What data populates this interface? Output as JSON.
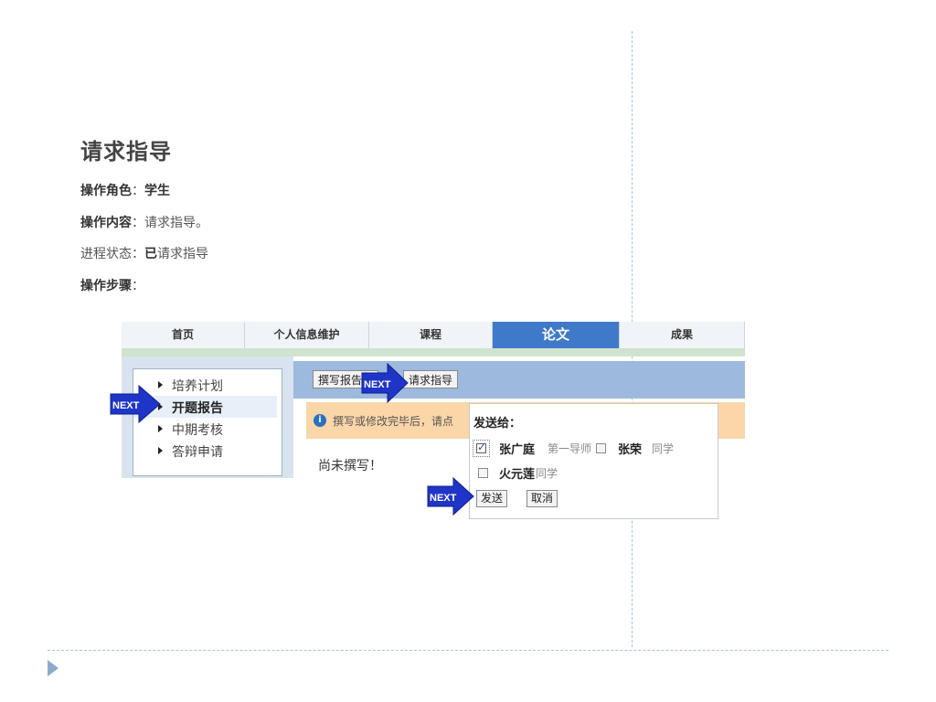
{
  "slide": {
    "title": "请求指导",
    "fields": [
      {
        "key": "操作角色",
        "sep": "：",
        "value": "学生"
      },
      {
        "key": "操作内容",
        "sep": "：",
        "value": "请求指导。"
      },
      {
        "key": "进程状态",
        "sep": "：",
        "value_strong": "已",
        "value": "请求指导"
      },
      {
        "key": "操作步骤",
        "sep": "："
      }
    ]
  },
  "nav": {
    "tabs": [
      {
        "label": "首页"
      },
      {
        "label": "个人信息维护"
      },
      {
        "label": "课程"
      },
      {
        "label": "论文",
        "active": true
      },
      {
        "label": "成果"
      }
    ]
  },
  "sidebar": {
    "items": [
      {
        "label": "培养计划"
      },
      {
        "label": "开题报告",
        "active": true
      },
      {
        "label": "中期考核"
      },
      {
        "label": "答辩申请"
      }
    ]
  },
  "toolbar": {
    "write_label": "撰写报告",
    "request_label": "请求指导"
  },
  "notice": {
    "text": "撰写或修改完毕后，请点"
  },
  "content": {
    "empty_text": "尚未撰写！"
  },
  "popup": {
    "title": "发送给：",
    "recipients": [
      {
        "name": "张广庭",
        "role": "第一导师",
        "checked": true
      },
      {
        "name": "张荣",
        "role": "同学",
        "checked": false
      },
      {
        "name": "火元莲",
        "role": "同学",
        "checked": false
      }
    ],
    "send_label": "发送",
    "cancel_label": "取消"
  },
  "annotations": {
    "arrow_label": "NEXT"
  },
  "colors": {
    "active_tab": "#3f79c9",
    "toolbar": "#9db9dd",
    "notice": "#fbd6a8",
    "arrow": "#1f35c8"
  }
}
